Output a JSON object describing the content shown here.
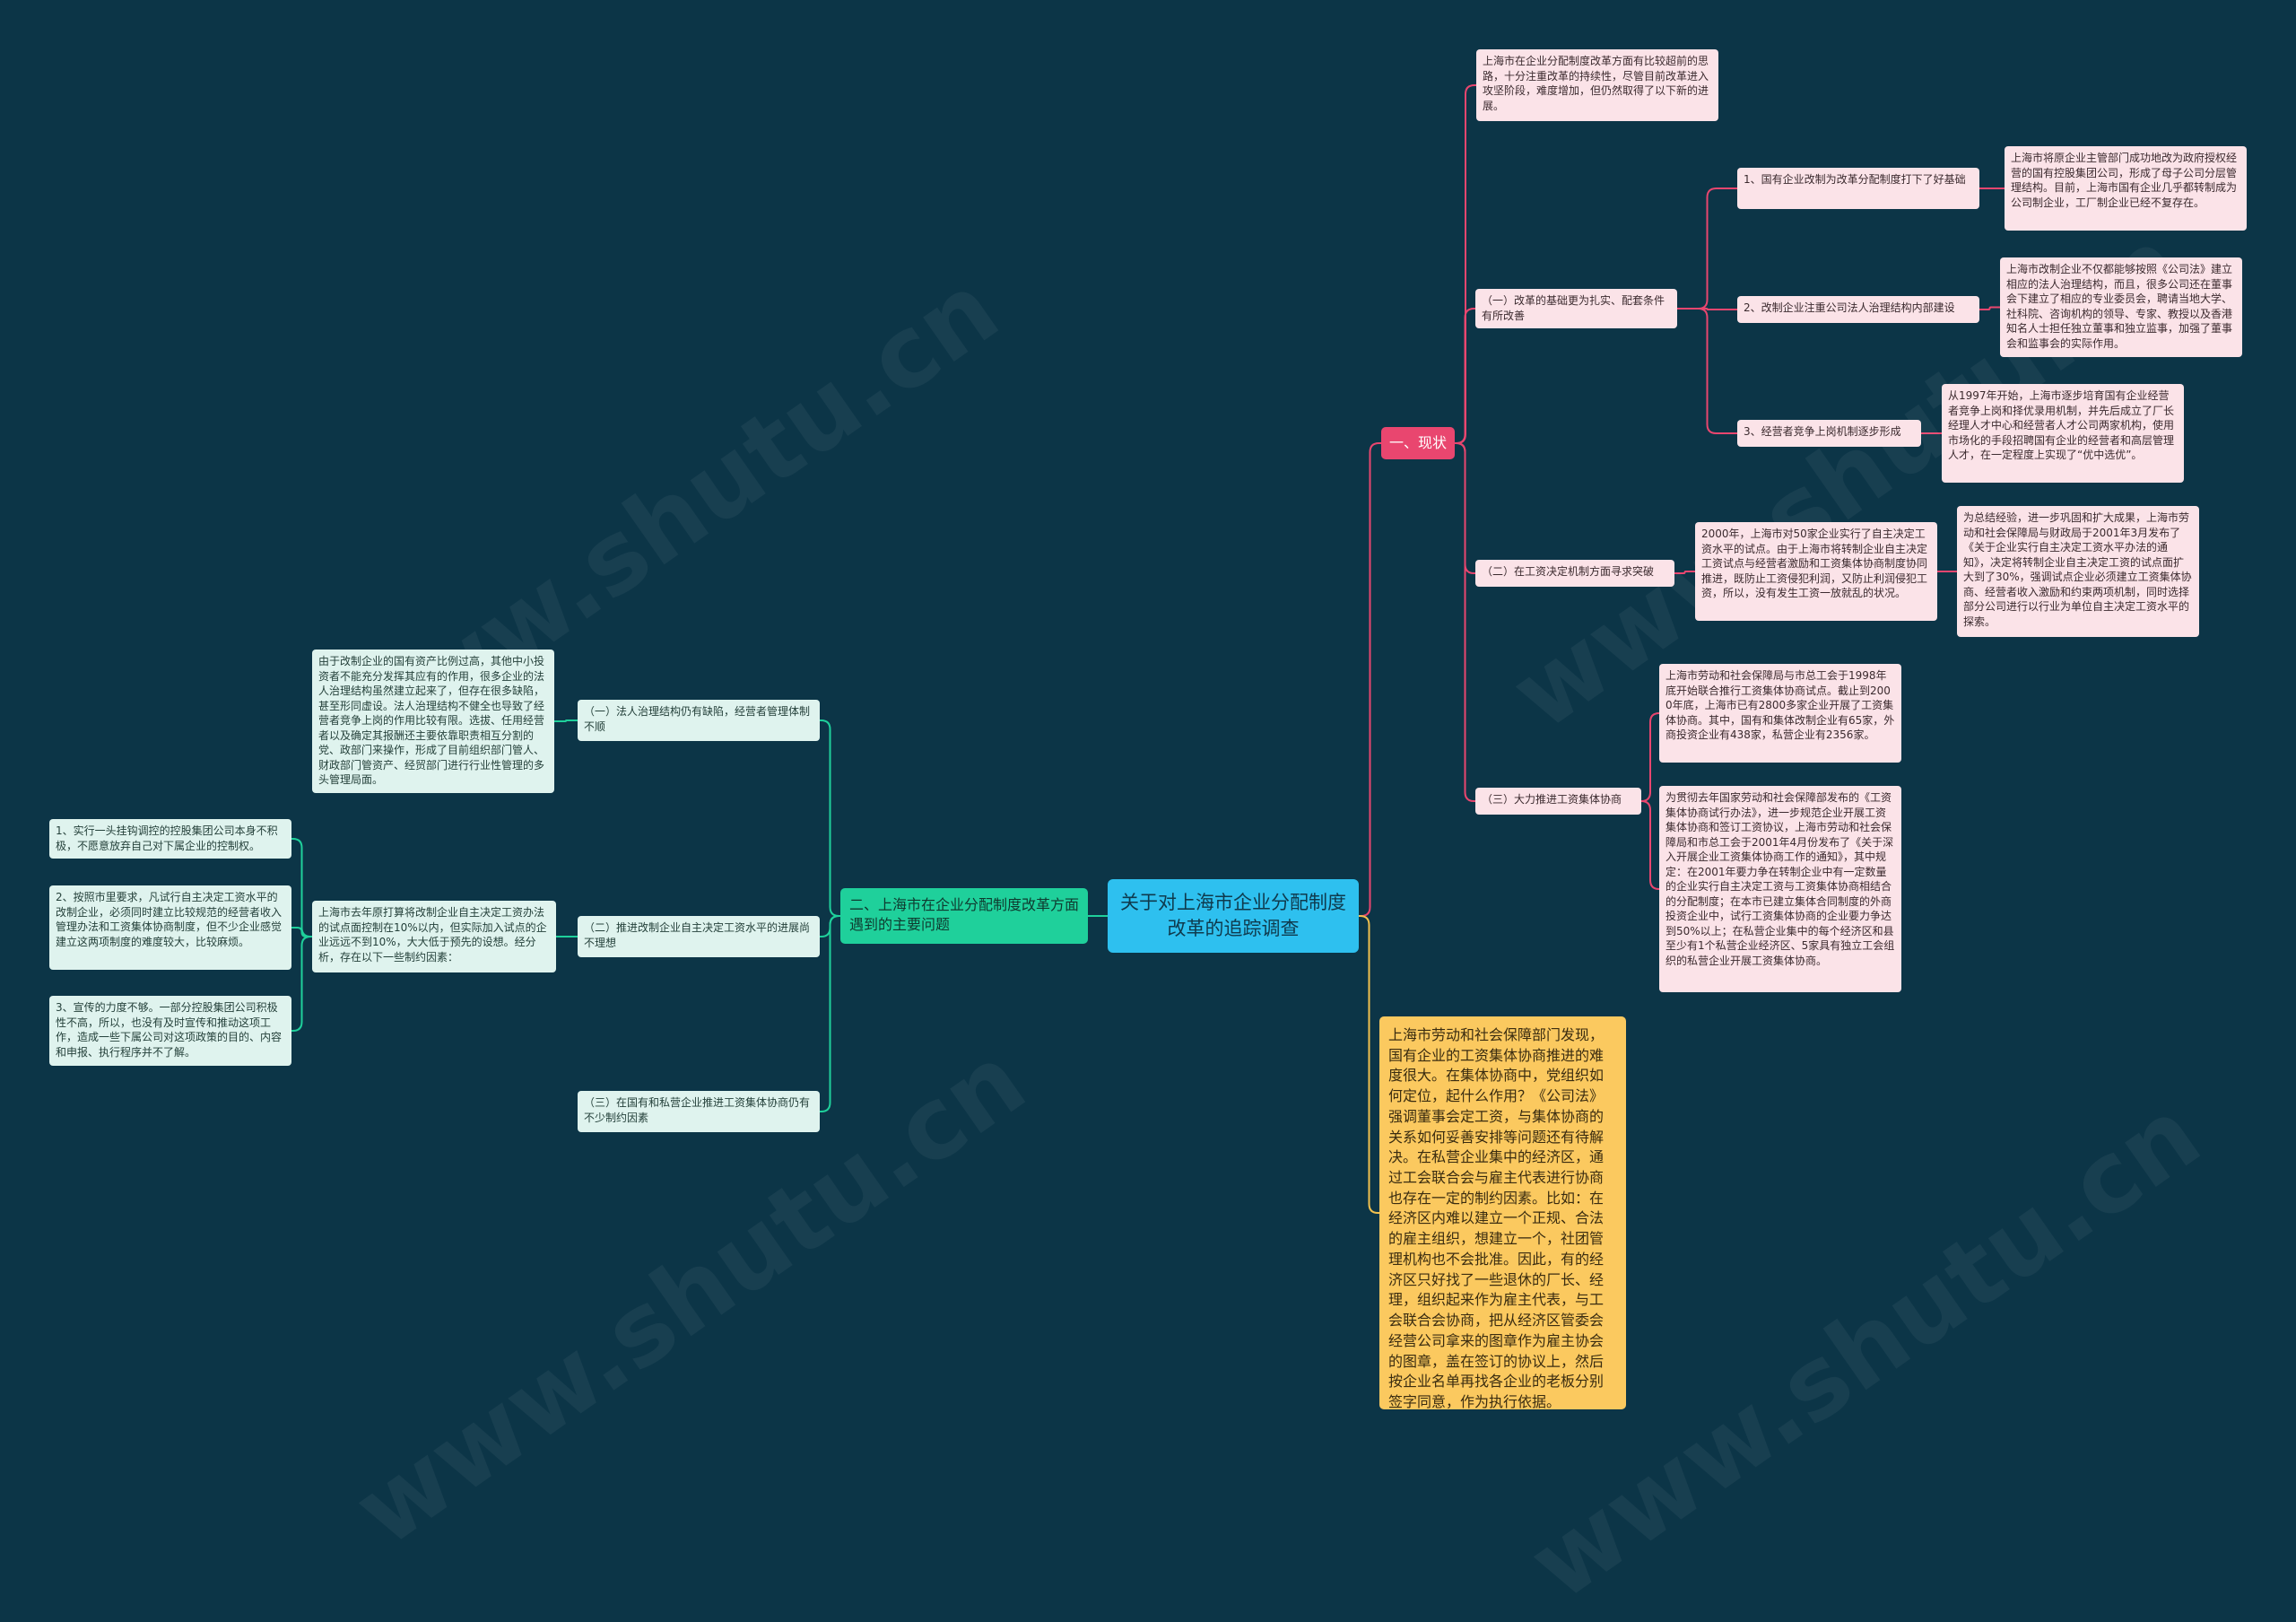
{
  "colors": {
    "background": "#0c3547",
    "root": "#2ec0ef",
    "branch_red": "#e9466f",
    "branch_green": "#1fd09b",
    "branch_yellow": "#fbc95f",
    "leaf_pink": "#fbe3e8",
    "leaf_mint": "#dff3ee",
    "line_red": "#e9466f",
    "line_green": "#1fd09b",
    "line_yellow": "#f2c14e"
  },
  "watermarks": [
    "www.shutu.cn",
    "www.shutu.cn",
    "www.shutu.cn",
    "www.shutu.cn"
  ],
  "root": {
    "label": "关于对上海市企业分配制度改革的追踪调查"
  },
  "branch_status": {
    "label": "一、现状",
    "intro": "上海市在企业分配制度改革方面有比较超前的思路，十分注重改革的持续性，尽管目前改革进入攻坚阶段，难度增加，但仍然取得了以下新的进展。",
    "sections": [
      {
        "label": "（一）改革的基础更为扎实、配套条件有所改善",
        "items": [
          {
            "label": "1、国有企业改制为改革分配制度打下了好基础",
            "detail": "上海市将原企业主管部门成功地改为政府授权经营的国有控股集团公司，形成了母子公司分层管理结构。目前，上海市国有企业几乎都转制成为公司制企业，工厂制企业已经不复存在。"
          },
          {
            "label": "2、改制企业注重公司法人治理结构内部建设",
            "detail": "上海市改制企业不仅都能够按照《公司法》建立相应的法人治理结构，而且，很多公司还在董事会下建立了相应的专业委员会，聘请当地大学、社科院、咨询机构的领导、专家、教授以及香港知名人士担任独立董事和独立监事，加强了董事会和监事会的实际作用。"
          },
          {
            "label": "3、经营者竞争上岗机制逐步形成",
            "detail": "从1997年开始，上海市逐步培育国有企业经营者竞争上岗和择优录用机制，并先后成立了厂长经理人才中心和经营者人才公司两家机构，使用市场化的手段招聘国有企业的经营者和高层管理人才，在一定程度上实现了“优中选优”。"
          }
        ]
      },
      {
        "label": "（二）在工资决定机制方面寻求突破",
        "items": [
          {
            "label": "2000年，上海市对50家企业实行了自主决定工资水平的试点。由于上海市将转制企业自主决定工资试点与经营者激励和工资集体协商制度协同推进，既防止工资侵犯利润，又防止利润侵犯工资，所以，没有发生工资一放就乱的状况。",
            "detail": "为总结经验，进一步巩固和扩大成果，上海市劳动和社会保障局与财政局于2001年3月发布了《关于企业实行自主决定工资水平办法的通知》，决定将转制企业自主决定工资的试点面扩大到了30%，强调试点企业必须建立工资集体协商、经营者收入激励和约束两项机制，同时选择部分公司进行以行业为单位自主决定工资水平的探索。"
          }
        ]
      },
      {
        "label": "（三）大力推进工资集体协商",
        "items": [
          {
            "label": "上海市劳动和社会保障局与市总工会于1998年底开始联合推行工资集体协商试点。截止到2000年底，上海市已有2800多家企业开展了工资集体协商。其中，国有和集体改制企业有65家，外商投资企业有438家，私营企业有2356家。",
            "detail": ""
          },
          {
            "label": "为贯彻去年国家劳动和社会保障部发布的《工资集体协商试行办法》，进一步规范企业开展工资集体协商和签订工资协议，上海市劳动和社会保障局和市总工会于2001年4月份发布了《关于深入开展企业工资集体协商工作的通知》，其中规定：在2001年要力争在转制企业中有一定数量的企业实行自主决定工资与工资集体协商相结合的分配制度；在本市已建立集体合同制度的外商投资企业中，试行工资集体协商的企业要力争达到50%以上；在私营企业集中的每个经济区和县至少有1个私营企业经济区、5家具有独立工会组织的私营企业开展工资集体协商。",
            "detail": ""
          }
        ]
      }
    ]
  },
  "branch_issues": {
    "label": "二、上海市在企业分配制度改革方面遇到的主要问题",
    "items": [
      {
        "label": "（一）法人治理结构仍有缺陷，经营者管理体制不顺",
        "detail": "由于改制企业的国有资产比例过高，其他中小投资者不能充分发挥其应有的作用，很多企业的法人治理结构虽然建立起来了，但存在很多缺陷，甚至形同虚设。法人治理结构不健全也导致了经营者竞争上岗的作用比较有限。选拔、任用经营者以及确定其报酬还主要依靠职责相互分割的党、政部门来操作，形成了目前组织部门管人、财政部门管资产、经贸部门进行行业性管理的多头管理局面。"
      },
      {
        "label": "（二）推进改制企业自主决定工资水平的进展尚不理想",
        "detail": "上海市去年原打算将改制企业自主决定工资办法的试点面控制在10%以内，但实际加入试点的企业远远不到10%，大大低于预先的设想。经分析，存在以下一些制约因素：",
        "factors": [
          "1、实行一头挂钩调控的控股集团公司本身不积极，不愿意放弃自己对下属企业的控制权。",
          "2、按照市里要求，凡试行自主决定工资水平的改制企业，必须同时建立比较规范的经营者收入管理办法和工资集体协商制度，但不少企业感觉建立这两项制度的难度较大，比较麻烦。",
          "3、宣传的力度不够。一部分控股集团公司积极性不高，所以，也没有及时宣传和推动这项工作，造成一些下属公司对这项政策的目的、内容和申报、执行程序并不了解。"
        ]
      },
      {
        "label": "（三）在国有和私营企业推进工资集体协商仍有不少制约因素",
        "detail": ""
      }
    ]
  },
  "yellow_note": {
    "text": "上海市劳动和社会保障部门发现，国有企业的工资集体协商推进的难度很大。在集体协商中，党组织如何定位，起什么作用？《公司法》强调董事会定工资，与集体协商的关系如何妥善安排等问题还有待解决。在私营企业集中的经济区，通过工会联合会与雇主代表进行协商也存在一定的制约因素。比如：在经济区内难以建立一个正规、合法的雇主组织，想建立一个，社团管理机构也不会批准。因此，有的经济区只好找了一些退休的厂长、经理，组织起来作为雇主代表，与工会联合会协商，把从经济区管委会经营公司拿来的图章作为雇主协会的图章，盖在签订的协议上，然后按企业名单再找各企业的老板分别签字同意，作为执行依据。"
  }
}
